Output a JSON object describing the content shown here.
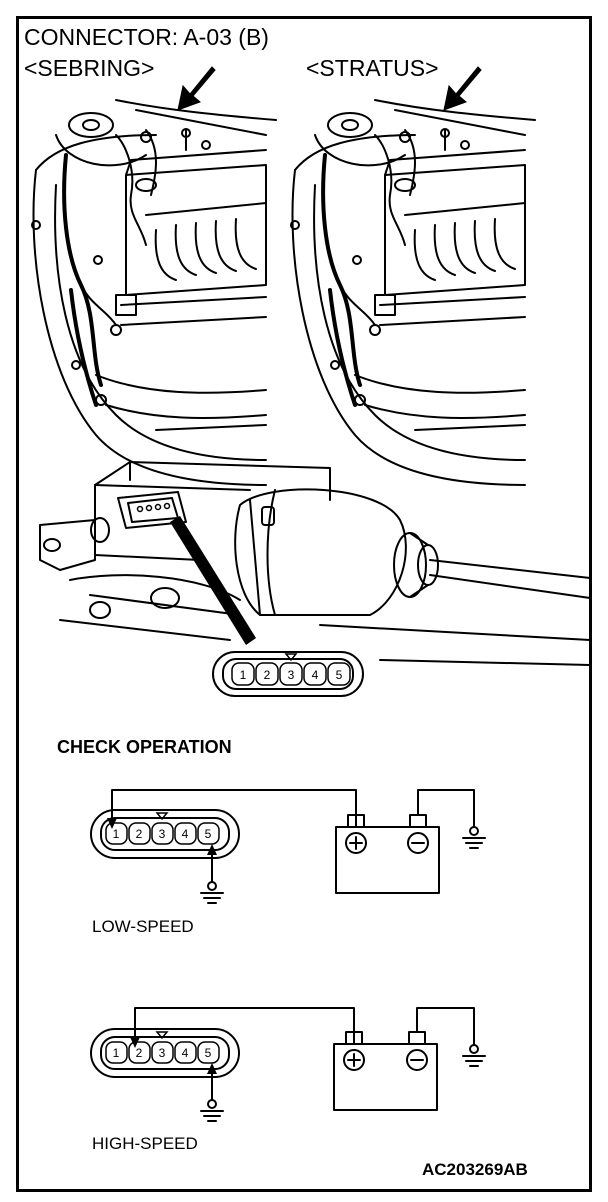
{
  "header": {
    "connector_title": "CONNECTOR: A-03 (B)",
    "sebring_label": "<SEBRING>",
    "stratus_label": "<STRATUS>"
  },
  "connector": {
    "pins": [
      "1",
      "2",
      "3",
      "4",
      "5"
    ]
  },
  "check": {
    "heading": "CHECK OPERATION",
    "low_speed_label": "LOW-SPEED",
    "high_speed_label": "HIGH-SPEED"
  },
  "figure_code": "AC203269AB"
}
